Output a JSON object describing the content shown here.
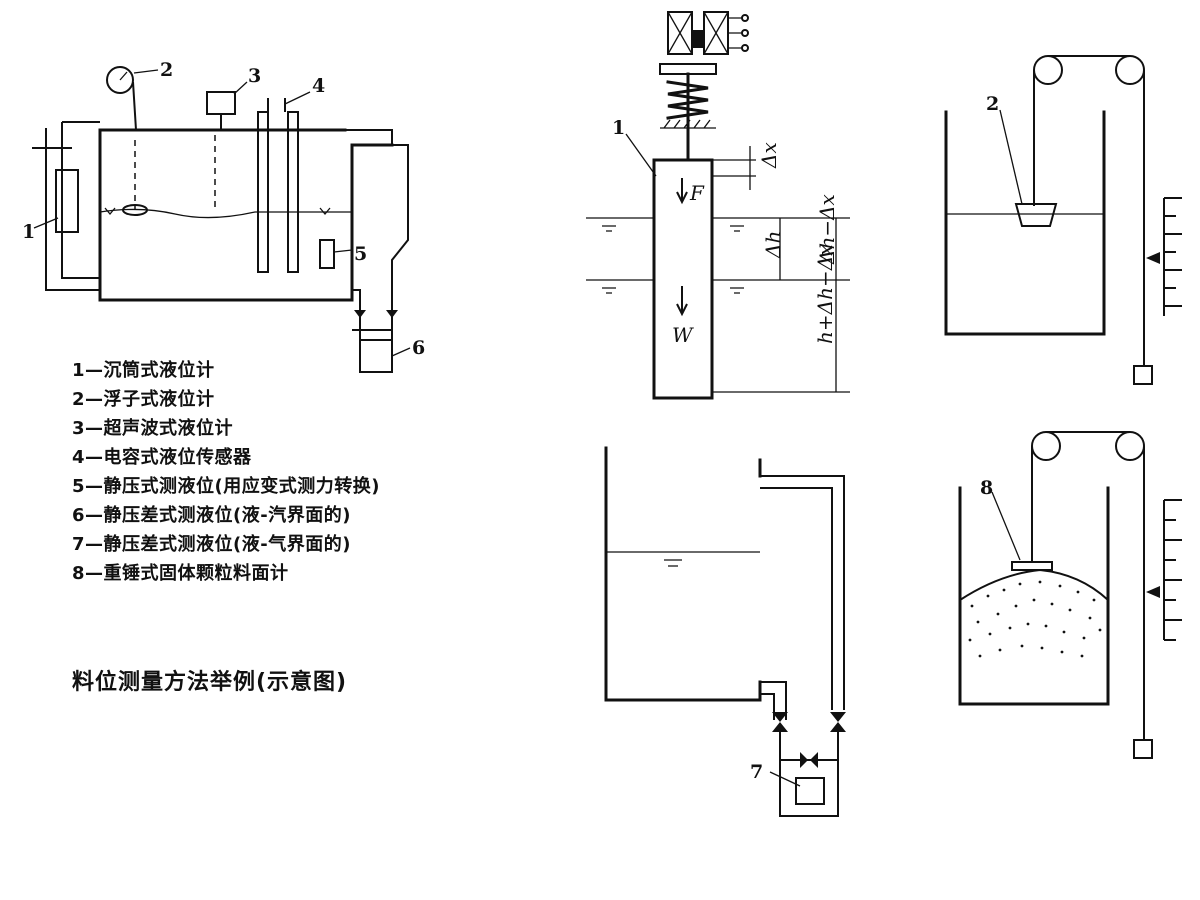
{
  "legend": [
    "1—沉筒式液位计",
    "2—浮子式液位计",
    "3—超声波式液位计",
    "4—电容式液位传感器",
    "5—静压式测液位(用应变式测力转换)",
    "6—静压差式测液位(液-汽界面的)",
    "7—静压差式测液位(液-气界面的)",
    "8—重锤式固体颗粒料面计"
  ],
  "caption": "料位测量方法举例(示意图)",
  "labels": {
    "n1": "1",
    "n2": "2",
    "n3": "3",
    "n4": "4",
    "n5": "5",
    "n6": "6",
    "disp_n1": "1",
    "float_n2": "2",
    "dp_n7": "7",
    "weight_n8": "8",
    "force_F": "F",
    "weight_W": "W",
    "dx": "Δx",
    "dh": "Δh",
    "dh_dx": "Δh−Δx",
    "h_total": "h+Δh−Δx"
  }
}
